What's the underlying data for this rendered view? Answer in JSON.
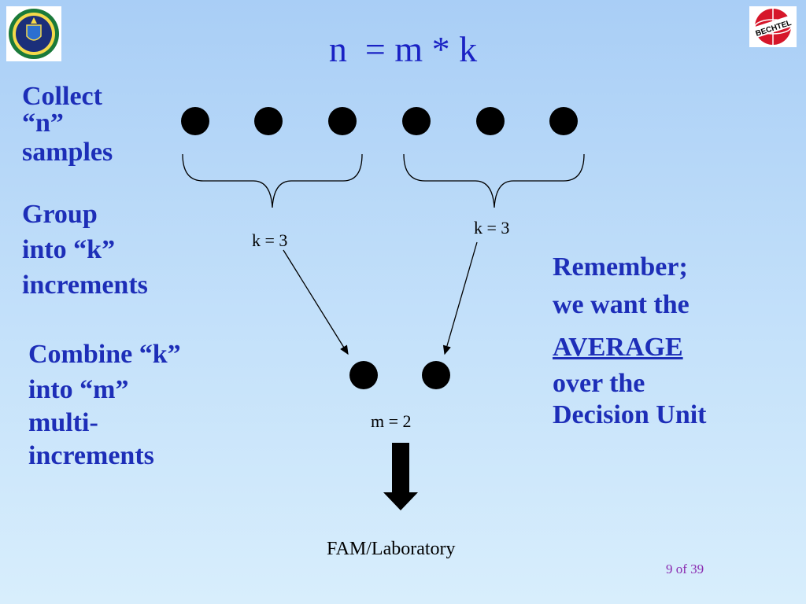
{
  "title": "n  = m * k",
  "left_text": {
    "collect": [
      "Collect",
      "“n”",
      "samples"
    ],
    "group": [
      "Group",
      "into “k”",
      "increments"
    ],
    "combine": [
      "Combine “k”",
      "into “m”",
      "multi-",
      "increments"
    ]
  },
  "right_text": {
    "line1": "Remember;",
    "line2": "we want the",
    "line3": "AVERAGE",
    "line4": "over the",
    "line5": "Decision Unit"
  },
  "labels": {
    "k_left": "k = 3",
    "k_right": "k = 3",
    "m": "m = 2",
    "destination": "FAM/Laboratory"
  },
  "page_number": "9 of 39",
  "logos": {
    "left": "Department of Energy seal",
    "right": "BECHTEL"
  },
  "colors": {
    "text_blue": "#1d2eb8",
    "title_blue": "#1a22c4",
    "page_purple": "#8a2ab0",
    "bechtel_red": "#d6162a"
  }
}
